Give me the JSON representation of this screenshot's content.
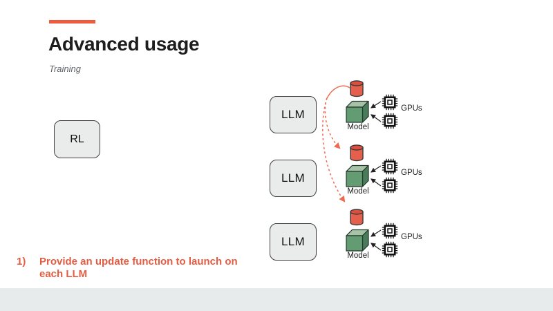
{
  "slide": {
    "title": "Advanced usage",
    "subtitle": "Training",
    "accent_bar_color": "#ee5b3f",
    "note": {
      "number": "1)",
      "text": "Provide an update function to launch on each LLM",
      "color": "#e45c41"
    }
  },
  "diagram": {
    "rl_box": {
      "label": "RL"
    },
    "llm_boxes": [
      {
        "label": "LLM"
      },
      {
        "label": "LLM"
      },
      {
        "label": "LLM"
      }
    ],
    "clusters": [
      {
        "model_label": "Model",
        "gpus_label": "GPUs"
      },
      {
        "model_label": "Model",
        "gpus_label": "GPUs"
      },
      {
        "model_label": "Model",
        "gpus_label": "GPUs"
      }
    ],
    "icons": {
      "database": "database-cylinder-icon",
      "model": "model-cube-icon",
      "gpu": "gpu-chip-icon",
      "broadcast": "dashed-broadcast-arrows"
    },
    "colors": {
      "cylinder_fill": "#e5604c",
      "cylinder_top": "#db4f3c",
      "cube_front": "#639b72",
      "cube_top": "#a6c3a7",
      "cube_side": "#497c5b",
      "dashed_arrow": "#ef6a50",
      "black_arrow": "#222222",
      "box_fill": "#e9eceb",
      "box_border": "#3f3f3f",
      "footer_bar": "#e8ebeb"
    }
  }
}
